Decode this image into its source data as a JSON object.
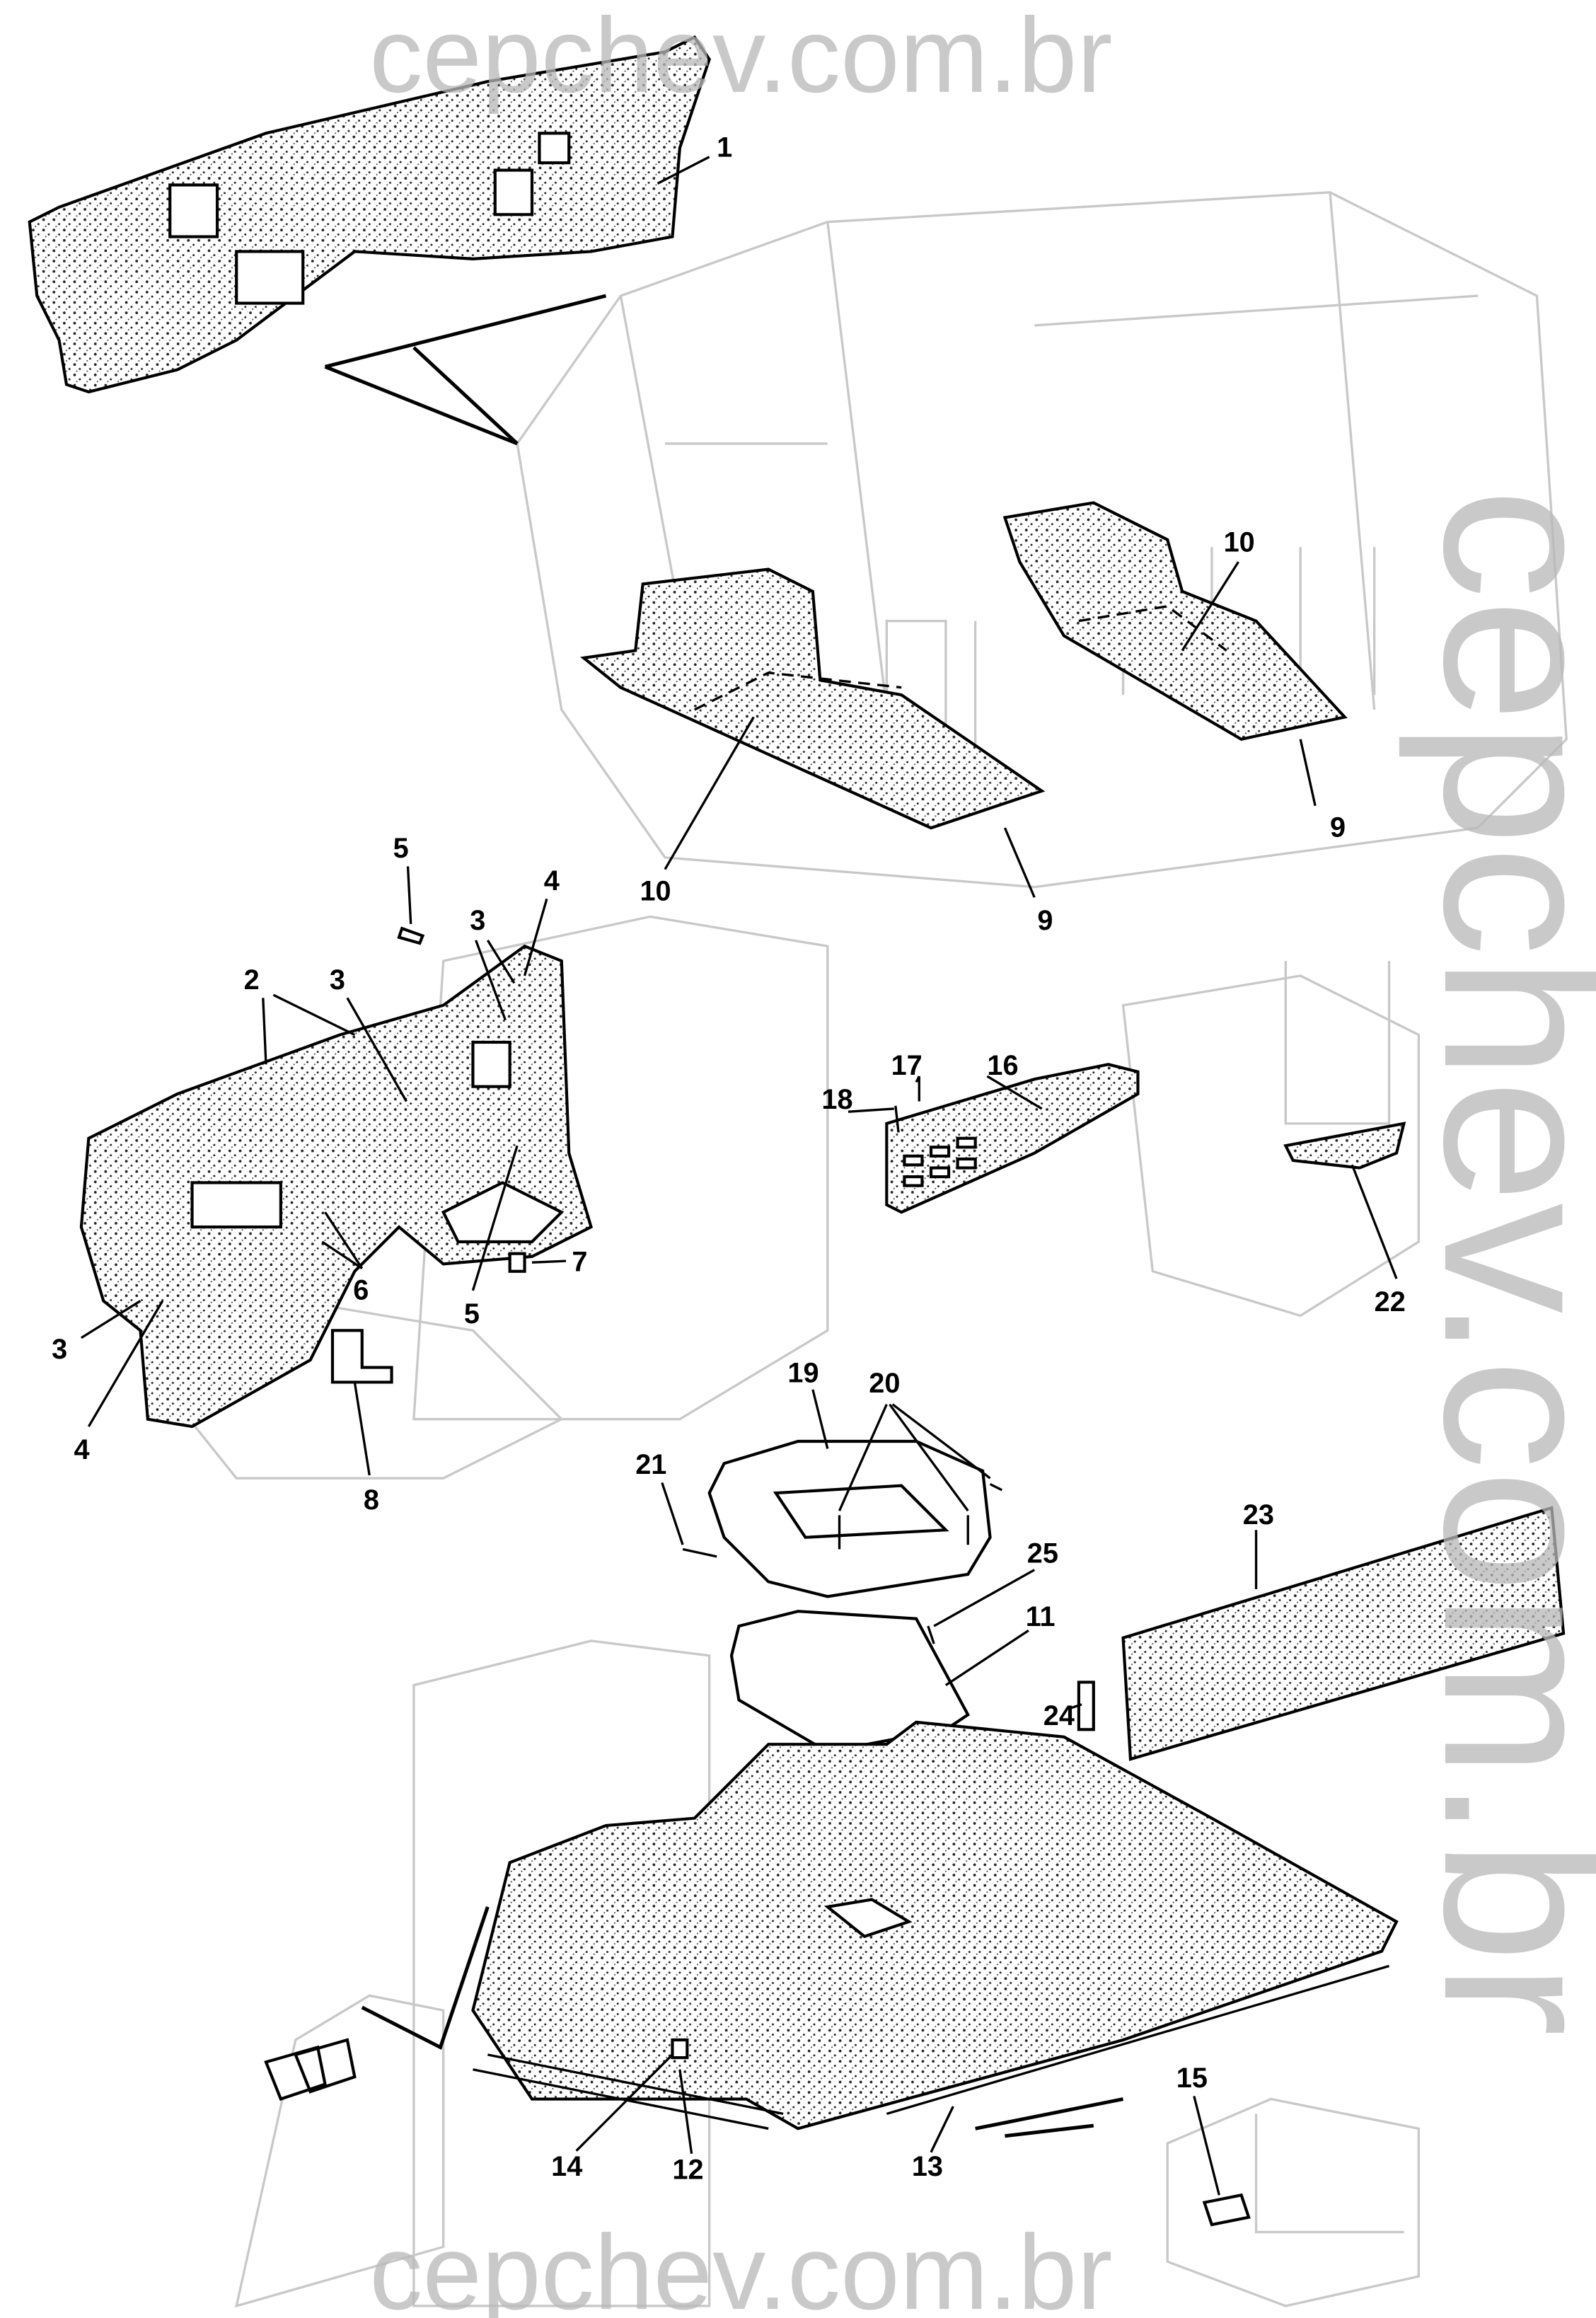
{
  "diagram": {
    "title": "Interior insulation and floor carpet exploded view",
    "watermark": "cepchev.com.br",
    "callouts": [
      "1",
      "10",
      "10",
      "9",
      "9",
      "5",
      "4",
      "3",
      "2",
      "3",
      "6",
      "5",
      "7",
      "3",
      "4",
      "8",
      "18",
      "17",
      "16",
      "22",
      "19",
      "20",
      "21",
      "23",
      "25",
      "11",
      "24",
      "15",
      "14",
      "12",
      "13"
    ]
  }
}
